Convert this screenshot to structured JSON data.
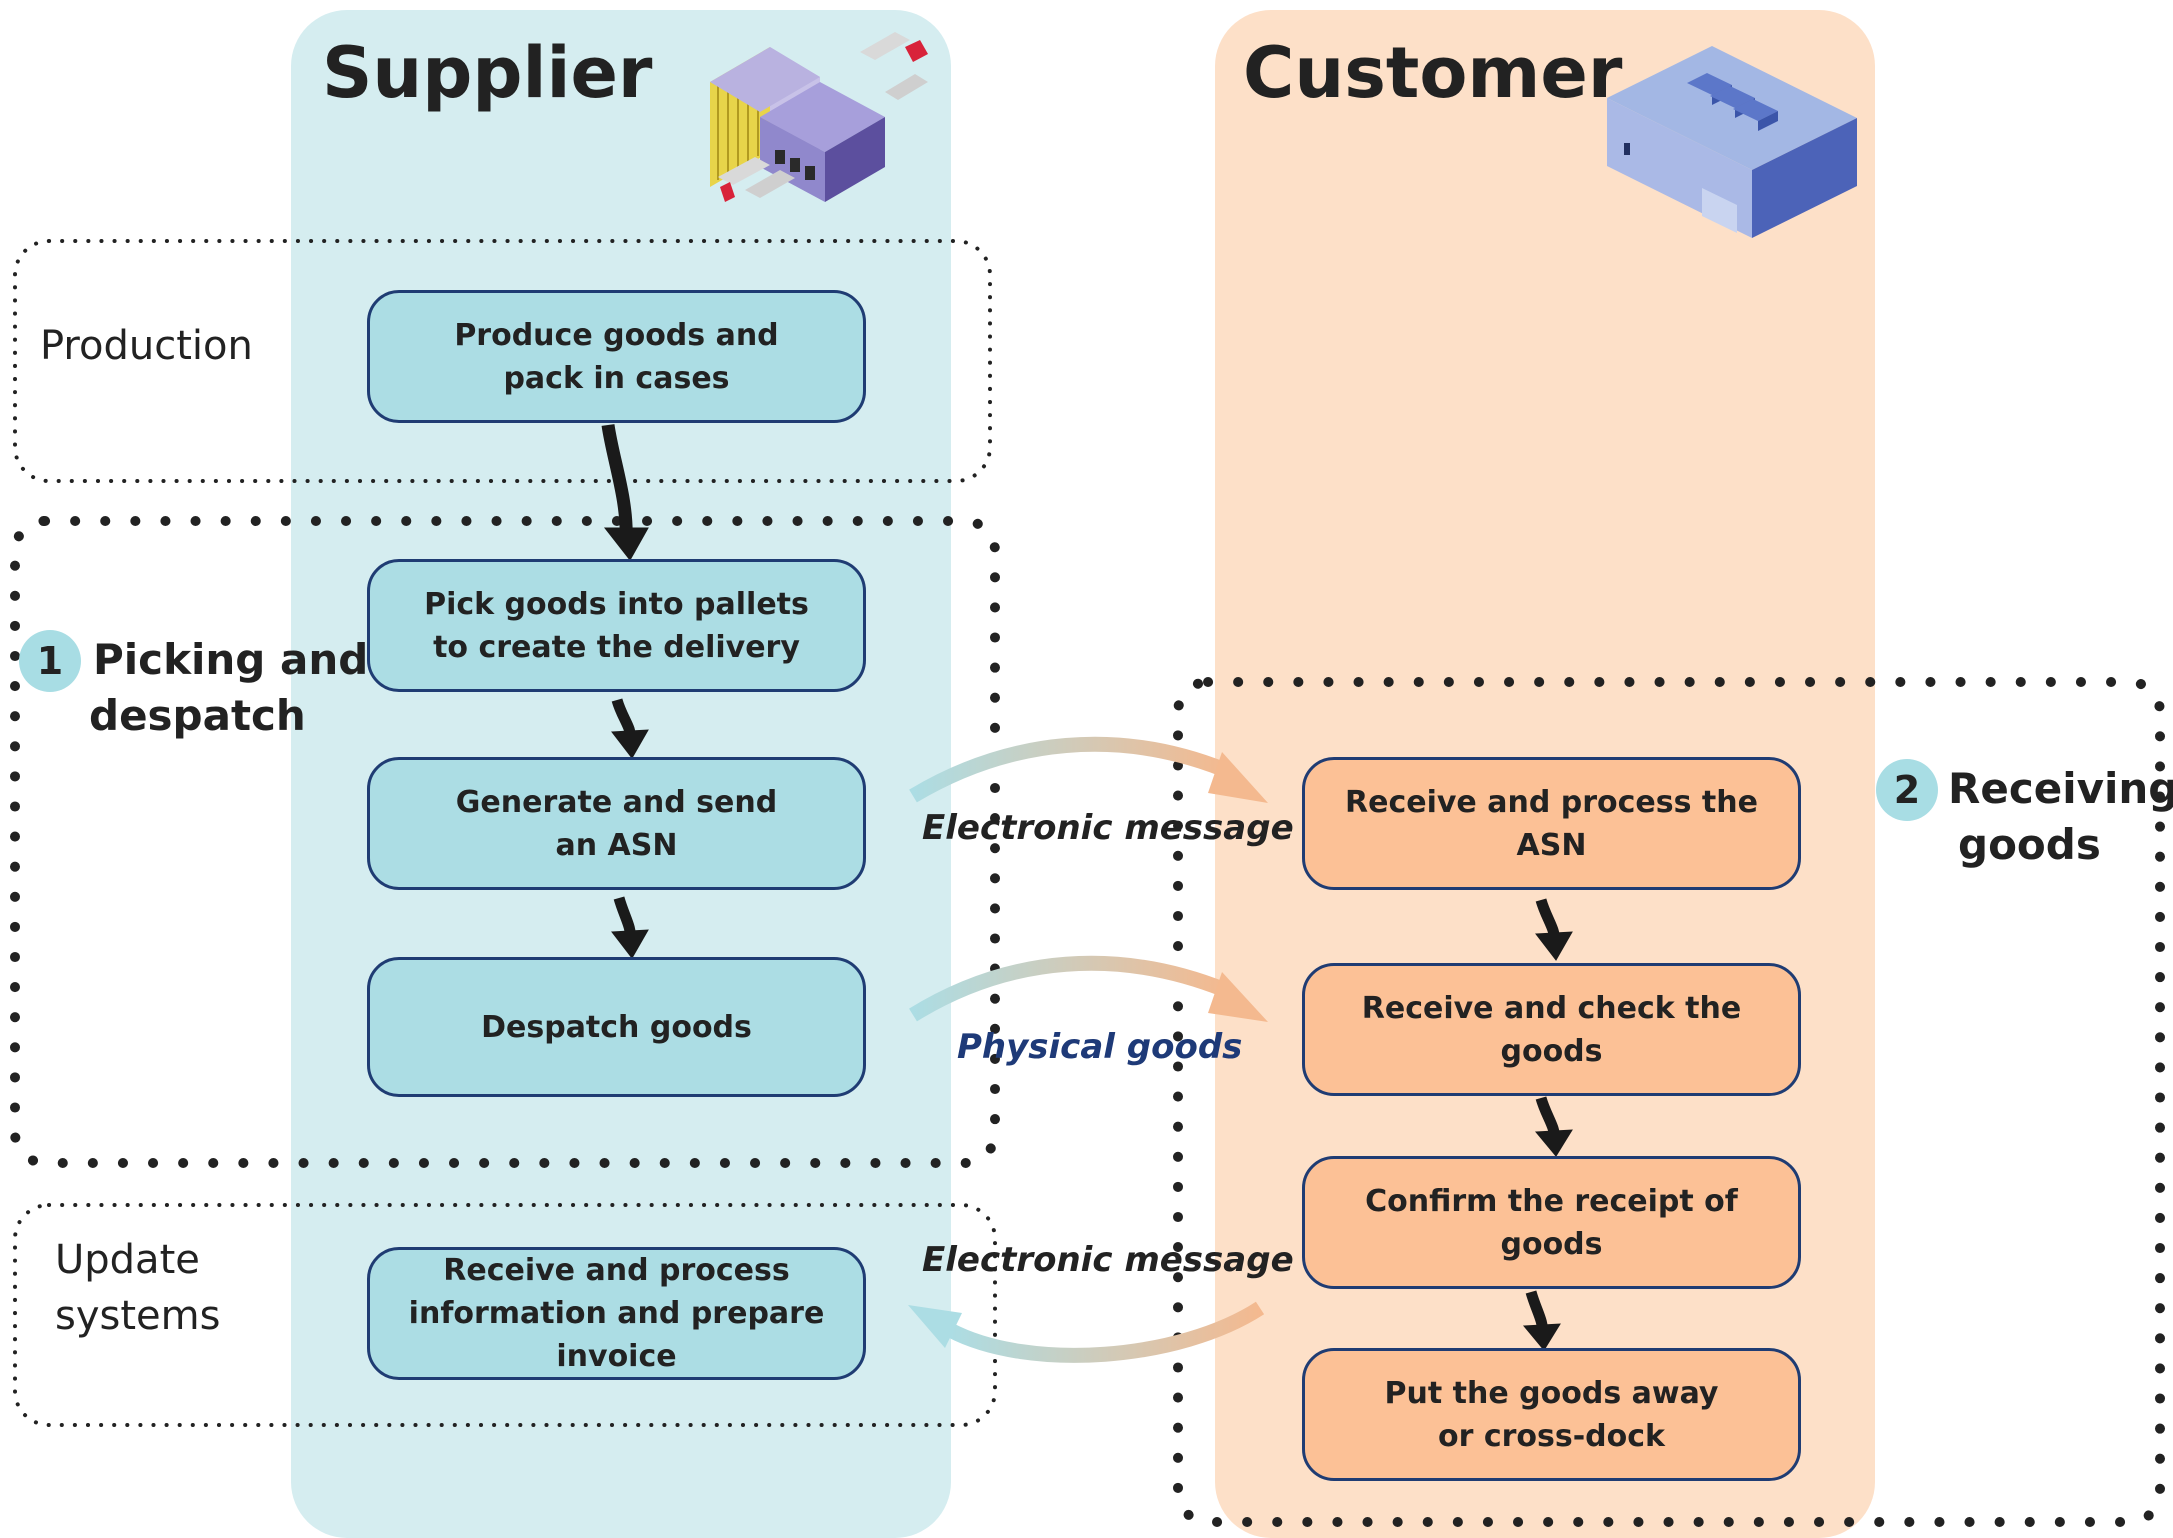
{
  "lanes": {
    "supplier": "Supplier",
    "customer": "Customer"
  },
  "groups": {
    "production": "Production",
    "picking": {
      "number": "1",
      "line1": "Picking and",
      "line2": "despatch"
    },
    "update": {
      "line1": "Update",
      "line2": "systems"
    },
    "receiving": {
      "number": "2",
      "line1": "Receiving",
      "line2": "goods"
    }
  },
  "supplier_steps": {
    "produce": "Produce goods and pack in cases",
    "pick": "Pick goods into pallets to create the delivery",
    "asn": "Generate and send an ASN",
    "despatch": "Despatch goods",
    "invoice": "Receive and process information and prepare invoice"
  },
  "customer_steps": {
    "receive_asn": "Receive and process the ASN",
    "check": "Receive and check the goods",
    "confirm": "Confirm the receipt of goods",
    "putaway": "Put the goods away or cross-dock"
  },
  "flows": {
    "electronic_1": "Electronic message",
    "physical": "Physical goods",
    "electronic_2": "Electronic message"
  },
  "icons": {
    "supplier": "factory-icon",
    "customer": "warehouse-icon"
  },
  "colors": {
    "supplier_lane": "#d5edf0",
    "customer_lane": "#fde0c8",
    "supplier_box": "#acdde4",
    "customer_box": "#fcc196",
    "box_border": "#1f3c73"
  }
}
